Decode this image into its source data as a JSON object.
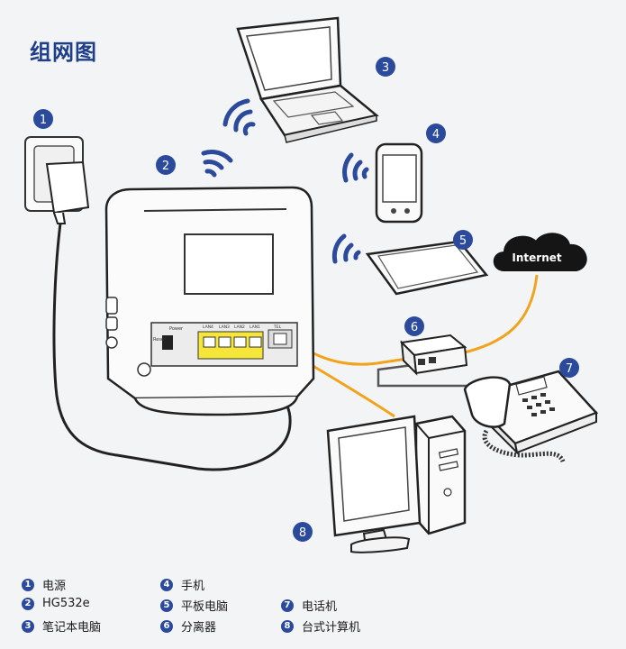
{
  "title": "组网图",
  "cloud_label": "Internet",
  "router_labels": {
    "reset": "Reset",
    "power": "Power",
    "lan4": "LAN4",
    "lan3": "LAN3",
    "lan2": "LAN2",
    "lan1": "LAN1",
    "tel": "TEL"
  },
  "badges": [
    "1",
    "2",
    "3",
    "4",
    "5",
    "6",
    "7",
    "8"
  ],
  "legend": [
    {
      "num": "1",
      "text": "电源"
    },
    {
      "num": "2",
      "text": "HG532e"
    },
    {
      "num": "3",
      "text": "笔记本电脑"
    },
    {
      "num": "4",
      "text": "手机"
    },
    {
      "num": "5",
      "text": "平板电脑"
    },
    {
      "num": "6",
      "text": "分离器"
    },
    {
      "num": "7",
      "text": "电话机"
    },
    {
      "num": "8",
      "text": "台式计算机"
    }
  ],
  "colors": {
    "accent_blue": "#2b4a9c",
    "cable_orange": "#f2a31b",
    "title_blue": "#1e3e8a"
  }
}
